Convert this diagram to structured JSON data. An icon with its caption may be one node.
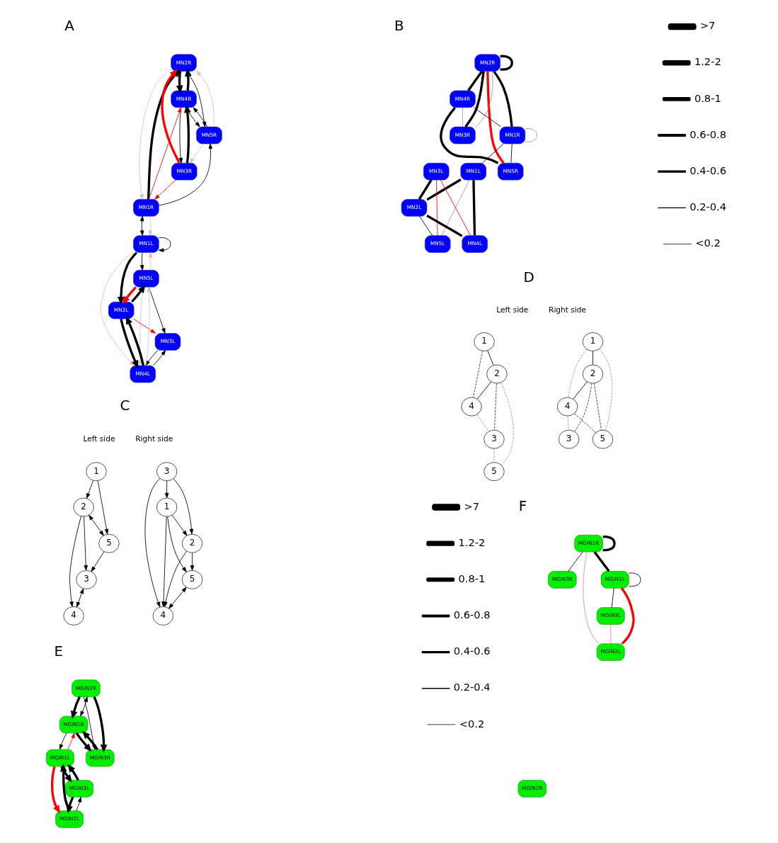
{
  "diagram": {
    "nodes": [
      {
        "text": [
          "MN2R"
        ]
      },
      {
        "text": [
          "MN4R"
        ]
      },
      {
        "text": [
          "MN1R"
        ]
      },
      {
        "text": [
          "MN5R"
        ]
      },
      {
        "text": [
          "MN3R"
        ]
      },
      {
        "text": [
          "MN1L"
        ]
      },
      {
        "text": [
          "MN3L"
        ]
      },
      {
        "text": [
          "MN5L"
        ]
      },
      {
        "text": [
          "MN2L"
        ]
      },
      {
        "text": [
          "MN4L"
        ]
      },
      {
        "text": [
          "MN2R"
        ]
      },
      {
        "text": [
          "MN4R"
        ]
      },
      {
        "text": [
          "MN1R"
        ]
      },
      {
        "text": [
          "MN5R"
        ]
      },
      {
        "text": [
          "MN3R"
        ]
      },
      {
        "text": [
          "MN1L"
        ]
      },
      {
        "text": [
          "MN3L"
        ]
      },
      {
        "text": [
          "MN5L"
        ]
      },
      {
        "text": [
          "MN2L"
        ]
      },
      {
        "text": [
          "MN4L"
        ]
      },
      {
        "text": [
          "1"
        ]
      },
      {
        "text": [
          "2"
        ]
      },
      {
        "text": [
          "3"
        ]
      },
      {
        "text": [
          "4"
        ]
      },
      {
        "text": [
          "5"
        ]
      },
      {
        "text": [
          "1"
        ]
      },
      {
        "text": [
          "3"
        ]
      },
      {
        "text": [
          "5"
        ]
      },
      {
        "text": [
          "2"
        ]
      },
      {
        "text": [
          "4"
        ]
      },
      {
        "text": [
          "1"
        ]
      },
      {
        "text": [
          "2"
        ]
      },
      {
        "text": [
          "4"
        ]
      },
      {
        "text": [
          "3"
        ]
      },
      {
        "text": [
          "5"
        ]
      },
      {
        "text": [
          "1"
        ]
      },
      {
        "text": [
          "2"
        ]
      },
      {
        "text": [
          "4"
        ]
      },
      {
        "text": [
          "3"
        ]
      },
      {
        "text": [
          "5"
        ]
      },
      {
        "text": [
          "MGIN2R"
        ]
      },
      {
        "text": [
          "MGIN1R"
        ]
      },
      {
        "text": [
          "MGIN3R"
        ]
      },
      {
        "text": [
          "MGIN1L"
        ]
      },
      {
        "text": [
          "MGIN3L"
        ]
      },
      {
        "text": [
          "MGIN2L"
        ]
      },
      {
        "text": [
          "MGIN2R"
        ]
      },
      {
        "text": [
          "MGIN1R"
        ]
      },
      {
        "text": [
          "MGIN3R"
        ]
      },
      {
        "text": [
          "MGIN1L"
        ]
      },
      {
        "text": [
          "MGIN3L"
        ]
      },
      {
        "text": [
          "MGIN2L"
        ]
      }
    ],
    "edges": [
      {
        "from": 0,
        "to": 1,
        "arrow": "to",
        "style": "thick"
      },
      {
        "from": 1,
        "to": 0,
        "arrow": "to",
        "style": "thick"
      },
      {
        "from": 2,
        "to": 0,
        "arrow": "to",
        "style": "thick"
      },
      {
        "from": 2,
        "to": 1,
        "arrow": "to",
        "color": "#ff0000"
      },
      {
        "from": 4,
        "to": 0,
        "arrow": "to",
        "style": "thick",
        "color": "#ff0000"
      },
      {
        "from": 0,
        "to": 3,
        "arrow": "to"
      },
      {
        "from": 0,
        "to": 2,
        "arrow": "to",
        "color": "#c8c8c8"
      },
      {
        "from": 3,
        "to": 0,
        "arrow": "to",
        "color": "#c8c8c8"
      },
      {
        "from": 4,
        "to": 1,
        "arrow": "to",
        "style": "thick"
      },
      {
        "from": 1,
        "to": 4,
        "arrow": "to"
      },
      {
        "from": 1,
        "to": 3,
        "arrow": "to"
      },
      {
        "from": 3,
        "to": 1,
        "arrow": "to"
      },
      {
        "from": 2,
        "to": 3,
        "arrow": "to"
      },
      {
        "from": 4,
        "to": 2,
        "arrow": "to",
        "color": "#ff0000"
      },
      {
        "from": 3,
        "to": 4,
        "arrow": "to",
        "color": "#c8c8c8"
      },
      {
        "from": 2,
        "to": 5,
        "arrow": "both"
      },
      {
        "from": 2,
        "to": 5,
        "arrow": "to",
        "color": "#c8c8c8"
      },
      {
        "from": 5,
        "to": 5,
        "arrow": "to"
      },
      {
        "from": 5,
        "to": 7,
        "arrow": "to"
      },
      {
        "from": 7,
        "to": 5,
        "arrow": "to",
        "color": "#ffb0b0"
      },
      {
        "from": 5,
        "to": 9,
        "arrow": "to",
        "color": "#ffb0b0"
      },
      {
        "from": 5,
        "to": 8,
        "arrow": "to",
        "style": "thick"
      },
      {
        "from": 7,
        "to": 6,
        "arrow": "to"
      },
      {
        "from": 8,
        "to": 6,
        "arrow": "to",
        "color": "#ff0000"
      },
      {
        "from": 6,
        "to": 9,
        "arrow": "to"
      },
      {
        "from": 9,
        "to": 6,
        "arrow": "to"
      },
      {
        "from": 8,
        "to": 7,
        "arrow": "to",
        "style": "thick"
      },
      {
        "from": 7,
        "to": 8,
        "arrow": "to",
        "style": "thick",
        "color": "#ff0000"
      },
      {
        "from": 8,
        "to": 9,
        "arrow": "to",
        "style": "thick"
      },
      {
        "from": 9,
        "to": 8,
        "arrow": "to",
        "style": "thick"
      },
      {
        "from": 7,
        "to": 9,
        "arrow": "to",
        "color": "#c8c8c8"
      },
      {
        "from": 9,
        "to": 7,
        "arrow": "to",
        "color": "#c8c8c8"
      },
      {
        "from": 10,
        "to": 10,
        "arrow": "none",
        "style": "thick"
      },
      {
        "from": 10,
        "to": 11,
        "arrow": "none",
        "style": "thick"
      },
      {
        "from": 10,
        "to": 13,
        "arrow": "none",
        "style": "thick",
        "color": "#ff0000"
      },
      {
        "from": 10,
        "to": 12,
        "arrow": "none",
        "style": "thick"
      },
      {
        "from": 10,
        "to": 14,
        "arrow": "none",
        "style": "thick"
      },
      {
        "from": 10,
        "to": 14,
        "arrow": "none",
        "color": "#999999"
      },
      {
        "from": 11,
        "to": 12,
        "arrow": "none"
      },
      {
        "from": 11,
        "to": 14,
        "arrow": "none",
        "color": "#999999"
      },
      {
        "from": 11,
        "to": 13,
        "arrow": "none",
        "style": "thick"
      },
      {
        "from": 12,
        "to": 13,
        "arrow": "none"
      },
      {
        "from": 12,
        "to": 12,
        "arrow": "none",
        "color": "#999999"
      },
      {
        "from": 12,
        "to": 15,
        "arrow": "none"
      },
      {
        "from": 15,
        "to": 17,
        "arrow": "none",
        "color": "#999999"
      },
      {
        "from": 15,
        "to": 18,
        "arrow": "none",
        "style": "thick"
      },
      {
        "from": 15,
        "to": 19,
        "arrow": "none",
        "style": "thick"
      },
      {
        "from": 16,
        "to": 17,
        "arrow": "none",
        "color": "#ff0000"
      },
      {
        "from": 16,
        "to": 19,
        "arrow": "none",
        "color": "#ff0000"
      },
      {
        "from": 16,
        "to": 18,
        "arrow": "none",
        "style": "thick"
      },
      {
        "from": 18,
        "to": 17,
        "arrow": "none"
      },
      {
        "from": 18,
        "to": 19,
        "arrow": "none",
        "style": "thick"
      },
      {
        "from": 20,
        "to": 21,
        "arrow": "to"
      },
      {
        "from": 20,
        "to": 24,
        "arrow": "to"
      },
      {
        "from": 21,
        "to": 22,
        "arrow": "to"
      },
      {
        "from": 21,
        "to": 23,
        "arrow": "to"
      },
      {
        "from": 21,
        "to": 24,
        "arrow": "both"
      },
      {
        "from": 22,
        "to": 23,
        "arrow": "both"
      },
      {
        "from": 24,
        "to": 22,
        "arrow": "to"
      },
      {
        "from": 26,
        "to": 25,
        "arrow": "to"
      },
      {
        "from": 25,
        "to": 27,
        "arrow": "to"
      },
      {
        "from": 25,
        "to": 28,
        "arrow": "to"
      },
      {
        "from": 25,
        "to": 29,
        "arrow": "to"
      },
      {
        "from": 26,
        "to": 28,
        "arrow": "to"
      },
      {
        "from": 26,
        "to": 29,
        "arrow": "to"
      },
      {
        "from": 28,
        "to": 27,
        "arrow": "to"
      },
      {
        "from": 28,
        "to": 29,
        "arrow": "to"
      },
      {
        "from": 27,
        "to": 29,
        "arrow": "both"
      },
      {
        "from": 30,
        "to": 31,
        "arrow": "none"
      },
      {
        "from": 30,
        "to": 32,
        "arrow": "none",
        "style": "dashed"
      },
      {
        "from": 31,
        "to": 32,
        "arrow": "none"
      },
      {
        "from": 31,
        "to": 33,
        "arrow": "none",
        "style": "dashed"
      },
      {
        "from": 31,
        "to": 34,
        "arrow": "none",
        "style": "dashed",
        "color": "#808080"
      },
      {
        "from": 32,
        "to": 33,
        "arrow": "none",
        "style": "dashed",
        "color": "#808080"
      },
      {
        "from": 33,
        "to": 34,
        "arrow": "none",
        "style": "dashed",
        "color": "#808080"
      },
      {
        "from": 35,
        "to": 36,
        "arrow": "none"
      },
      {
        "from": 35,
        "to": 37,
        "arrow": "none",
        "style": "dashed",
        "color": "#808080"
      },
      {
        "from": 35,
        "to": 39,
        "arrow": "none",
        "style": "dashed",
        "color": "#808080"
      },
      {
        "from": 36,
        "to": 37,
        "arrow": "none"
      },
      {
        "from": 36,
        "to": 38,
        "arrow": "none",
        "style": "dashed"
      },
      {
        "from": 36,
        "to": 39,
        "arrow": "none",
        "style": "dashed"
      },
      {
        "from": 37,
        "to": 38,
        "arrow": "none",
        "style": "dashed",
        "color": "#808080"
      },
      {
        "from": 37,
        "to": 39,
        "arrow": "none",
        "style": "dashed"
      },
      {
        "from": 40,
        "to": 41,
        "arrow": "to",
        "style": "thick"
      },
      {
        "from": 41,
        "to": 40,
        "arrow": "both"
      },
      {
        "from": 40,
        "to": 42,
        "arrow": "to"
      },
      {
        "from": 40,
        "to": 42,
        "arrow": "to",
        "style": "thick"
      },
      {
        "from": 41,
        "to": 42,
        "arrow": "to",
        "style": "thick"
      },
      {
        "from": 42,
        "to": 41,
        "arrow": "to",
        "style": "thick"
      },
      {
        "from": 41,
        "to": 43,
        "arrow": "to"
      },
      {
        "from": 43,
        "to": 41,
        "arrow": "to",
        "color": "#ff0000"
      },
      {
        "from": 44,
        "to": 43,
        "arrow": "to",
        "style": "thick"
      },
      {
        "from": 43,
        "to": 44,
        "arrow": "to",
        "style": "thick"
      },
      {
        "from": 43,
        "to": 45,
        "arrow": "to",
        "style": "thick",
        "color": "#ff0000"
      },
      {
        "from": 45,
        "to": 43,
        "arrow": "to",
        "style": "thick"
      },
      {
        "from": 45,
        "to": 44,
        "arrow": "to"
      },
      {
        "from": 44,
        "to": 45,
        "arrow": "to",
        "style": "thick"
      },
      {
        "from": 47,
        "to": 47,
        "arrow": "none",
        "style": "thick"
      },
      {
        "from": 49,
        "to": 49,
        "arrow": "none"
      },
      {
        "from": 47,
        "to": 48,
        "arrow": "none"
      },
      {
        "from": 47,
        "to": 49,
        "arrow": "none",
        "style": "thick"
      },
      {
        "from": 49,
        "to": 50,
        "arrow": "none"
      },
      {
        "from": 49,
        "to": 51,
        "arrow": "none",
        "style": "thick",
        "color": "#ff0000"
      },
      {
        "from": 47,
        "to": 51,
        "arrow": "none",
        "color": "#ff8080"
      },
      {
        "from": 50,
        "to": 51,
        "arrow": "none",
        "color": "#ff8080"
      }
    ],
    "labels": [
      "A",
      "B",
      "C",
      "Left side",
      "Right side",
      "D",
      "Left side",
      "Right side",
      "E",
      "F"
    ],
    "legend": [
      {
        "text": ">7"
      },
      {
        "text": "1.2-2"
      },
      {
        "text": "0.8-1"
      },
      {
        "text": "0.6-0.8"
      },
      {
        "text": "0.4-0.6"
      },
      {
        "text": "0.2-0.4"
      },
      {
        "text": "<0.2"
      },
      {
        "text": ">7"
      },
      {
        "text": "1.2-2"
      },
      {
        "text": "0.8-1"
      },
      {
        "text": "0.6-0.8"
      },
      {
        "text": "0.4-0.6"
      },
      {
        "text": "0.2-0.4"
      },
      {
        "text": "<0.2"
      }
    ]
  }
}
